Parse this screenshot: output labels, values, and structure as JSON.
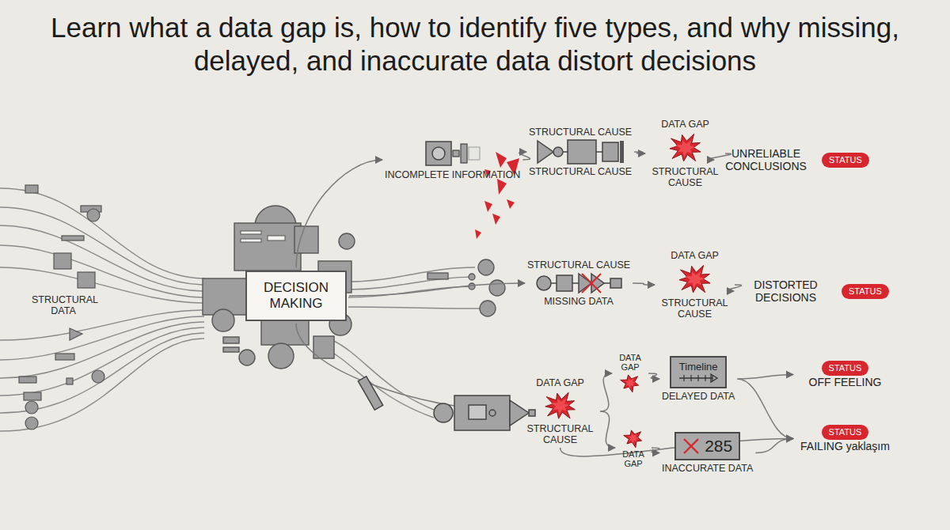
{
  "diagram": {
    "title": "Learn what a data gap is, how to identify five types, and why missing, delayed, and inaccurate data distort decisions",
    "nodes": [
      {
        "text": [
          "DECISION MAKING"
        ]
      },
      {
        "text": [
          "INCOMPLETE INFORMATION"
        ]
      },
      {
        "text": [
          "STRUCTURAL CAUSE",
          "STRUCTURAL CAUSE"
        ]
      },
      {
        "text": [
          "DATA GAP",
          "STRUCTURAL CAUSE"
        ]
      },
      {
        "text": [
          "UNRELIABLE CONCLUSIONS",
          "STATUS"
        ]
      },
      {
        "text": [
          "STRUCTURAL CAUSE",
          "MISSING DATA"
        ]
      },
      {
        "text": [
          "DATA GAP",
          "STRUCTURAL CAUSE"
        ]
      },
      {
        "text": [
          "DISTORTED DECISIONS",
          "STATUS"
        ]
      },
      {
        "text": [
          "DATA GAP",
          "STRUCTURAL CAUSE"
        ]
      },
      {
        "text": [
          "DATA GAP"
        ]
      },
      {
        "text": [
          "Timeline",
          "DELAYED DATA"
        ]
      },
      {
        "text": [
          "DATA GAP"
        ]
      },
      {
        "text": [
          "285",
          "INACCURATE DATA"
        ]
      },
      {
        "text": [
          "STATUS",
          "OFF FEELING"
        ]
      },
      {
        "text": [
          "STATUS",
          "FAILING yaklaşım"
        ]
      }
    ],
    "edges": [
      {
        "from": 0,
        "to": 1,
        "arrow": "to"
      },
      {
        "from": 1,
        "to": 2,
        "arrow": "to"
      },
      {
        "from": 2,
        "to": 3,
        "arrow": "to"
      },
      {
        "from": 3,
        "to": 4,
        "arrow": "to"
      },
      {
        "from": 0,
        "to": 5,
        "arrow": "to"
      },
      {
        "from": 5,
        "to": 6,
        "arrow": "to"
      },
      {
        "from": 6,
        "to": 7,
        "arrow": "to"
      },
      {
        "from": 0,
        "to": 8,
        "arrow": "to"
      },
      {
        "from": 8,
        "to": 9,
        "arrow": "to"
      },
      {
        "from": 8,
        "to": 11,
        "arrow": "to"
      },
      {
        "from": 9,
        "to": 10,
        "arrow": "to"
      },
      {
        "from": 11,
        "to": 12,
        "arrow": "to"
      },
      {
        "from": 10,
        "to": 13,
        "arrow": "to"
      },
      {
        "from": 10,
        "to": 14,
        "arrow": "to"
      },
      {
        "from": 12,
        "to": 14,
        "arrow": "to"
      },
      {
        "from": 8,
        "to": 14,
        "arrow": "to"
      }
    ],
    "labels": [
      "STRUCTURAL DATA"
    ]
  }
}
